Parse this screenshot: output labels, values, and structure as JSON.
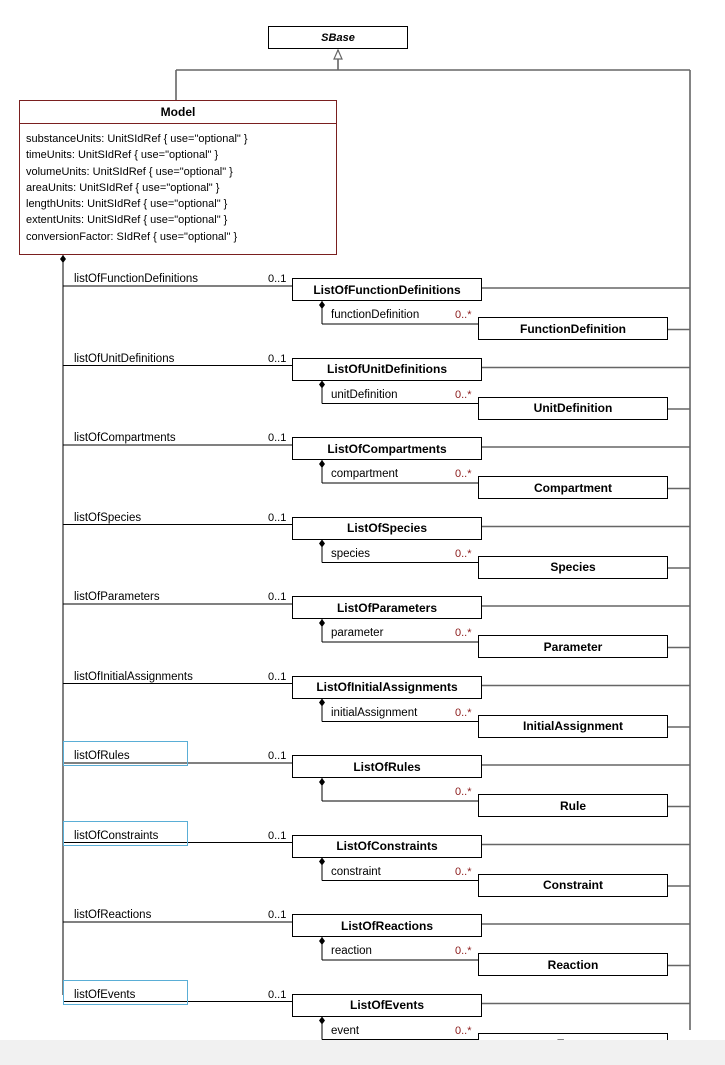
{
  "sbase": {
    "label": "SBase"
  },
  "model": {
    "title": "Model",
    "attributes": [
      "substanceUnits: UnitSIdRef { use=\"optional\" }",
      "timeUnits: UnitSIdRef { use=\"optional\" }",
      "volumeUnits: UnitSIdRef { use=\"optional\" }",
      "areaUnits: UnitSIdRef { use=\"optional\" }",
      "lengthUnits: UnitSIdRef { use=\"optional\" }",
      "extentUnits: UnitSIdRef { use=\"optional\" }",
      "conversionFactor: SIdRef { use=\"optional\" }"
    ]
  },
  "rows": [
    {
      "role": "listOfFunctionDefinitions",
      "multiplicity": "0..1",
      "list": "ListOfFunctionDefinitions",
      "child_role": "functionDefinition",
      "child_multiplicity": "0..*",
      "child": "FunctionDefinition",
      "highlighted": false
    },
    {
      "role": "listOfUnitDefinitions",
      "multiplicity": "0..1",
      "list": "ListOfUnitDefinitions",
      "child_role": "unitDefinition",
      "child_multiplicity": "0..*",
      "child": "UnitDefinition",
      "highlighted": false
    },
    {
      "role": "listOfCompartments",
      "multiplicity": "0..1",
      "list": "ListOfCompartments",
      "child_role": "compartment",
      "child_multiplicity": "0..*",
      "child": "Compartment",
      "highlighted": false
    },
    {
      "role": "listOfSpecies",
      "multiplicity": "0..1",
      "list": "ListOfSpecies",
      "child_role": "species",
      "child_multiplicity": "0..*",
      "child": "Species",
      "highlighted": false
    },
    {
      "role": "listOfParameters",
      "multiplicity": "0..1",
      "list": "ListOfParameters",
      "child_role": "parameter",
      "child_multiplicity": "0..*",
      "child": "Parameter",
      "highlighted": false
    },
    {
      "role": "listOfInitialAssignments",
      "multiplicity": "0..1",
      "list": "ListOfInitialAssignments",
      "child_role": "initialAssignment",
      "child_multiplicity": "0..*",
      "child": "InitialAssignment",
      "highlighted": false
    },
    {
      "role": "listOfRules",
      "multiplicity": "0..1",
      "list": "ListOfRules",
      "child_role": "",
      "child_multiplicity": "0..*",
      "child": "Rule",
      "highlighted": true
    },
    {
      "role": "listOfConstraints",
      "multiplicity": "0..1",
      "list": "ListOfConstraints",
      "child_role": "constraint",
      "child_multiplicity": "0..*",
      "child": "Constraint",
      "highlighted": true
    },
    {
      "role": "listOfReactions",
      "multiplicity": "0..1",
      "list": "ListOfReactions",
      "child_role": "reaction",
      "child_multiplicity": "0..*",
      "child": "Reaction",
      "highlighted": false
    },
    {
      "role": "listOfEvents",
      "multiplicity": "0..1",
      "list": "ListOfEvents",
      "child_role": "event",
      "child_multiplicity": "0..*",
      "child": "Event",
      "highlighted": true
    }
  ]
}
